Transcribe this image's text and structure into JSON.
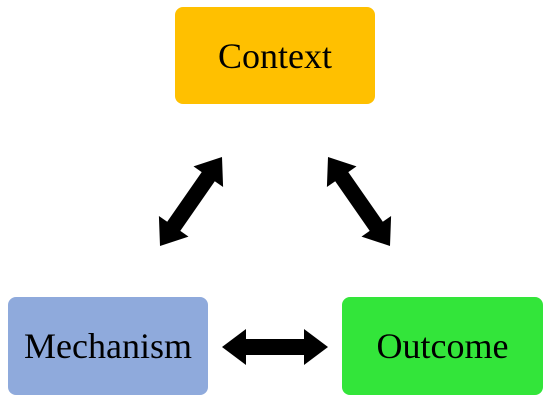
{
  "diagram": {
    "nodes": [
      {
        "id": "context",
        "label": "Context",
        "color": "#FFC000"
      },
      {
        "id": "mechanism",
        "label": "Mechanism",
        "color": "#8FAADC"
      },
      {
        "id": "outcome",
        "label": "Outcome",
        "color": "#33E53A"
      }
    ],
    "edges": [
      {
        "from": "context",
        "to": "mechanism",
        "style": "double-headed-arrow"
      },
      {
        "from": "context",
        "to": "outcome",
        "style": "double-headed-arrow"
      },
      {
        "from": "mechanism",
        "to": "outcome",
        "style": "double-headed-arrow"
      }
    ],
    "arrow_color": "#000000"
  }
}
